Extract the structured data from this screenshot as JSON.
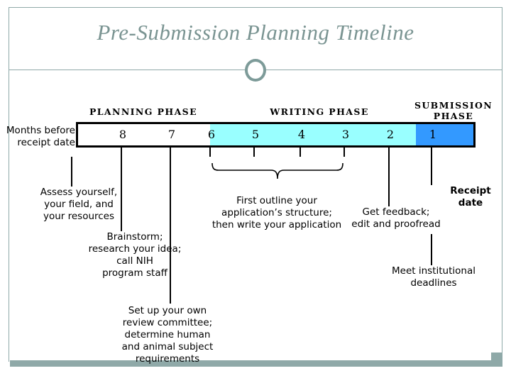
{
  "slide": {
    "title": "Pre-Submission Planning Timeline"
  },
  "axis": {
    "caption": "Months before\nreceipt date",
    "months": [
      "8",
      "7",
      "6",
      "5",
      "4",
      "3",
      "2",
      "1"
    ]
  },
  "phases": [
    {
      "key": "planning",
      "label": "PLANNING PHASE",
      "months": [
        "8",
        "7"
      ]
    },
    {
      "key": "writing",
      "label": "WRITING PHASE",
      "months": [
        "6",
        "5",
        "4",
        "3",
        "2"
      ]
    },
    {
      "key": "submission",
      "label": "SUBMISSION\nPHASE",
      "months": [
        "1"
      ]
    }
  ],
  "segments": [
    {
      "key": "planning-segment",
      "color": "#ffffff"
    },
    {
      "key": "writing-segment",
      "color": "#99ffff"
    },
    {
      "key": "submission-segment",
      "color": "#3399ff"
    }
  ],
  "callouts": {
    "assess": "Assess yourself,\nyour field, and\nyour resources",
    "brainstorm": "Brainstorm;\nresearch your idea;\ncall NIH\nprogram staff",
    "committee": "Set up your own\nreview committee;\ndetermine human\nand animal subject\nrequirements",
    "outline": "First outline your\napplication’s structure;\nthen write your application",
    "feedback": "Get feedback;\nedit and proofread",
    "deadlines": "Meet institutional\ndeadlines",
    "receipt": "Receipt\ndate"
  },
  "colors": {
    "title": "#7a9492",
    "accent_rule": "#8fa9a8",
    "writing_fill": "#99ffff",
    "submission_fill": "#3399ff",
    "bar_outline": "#000000"
  }
}
